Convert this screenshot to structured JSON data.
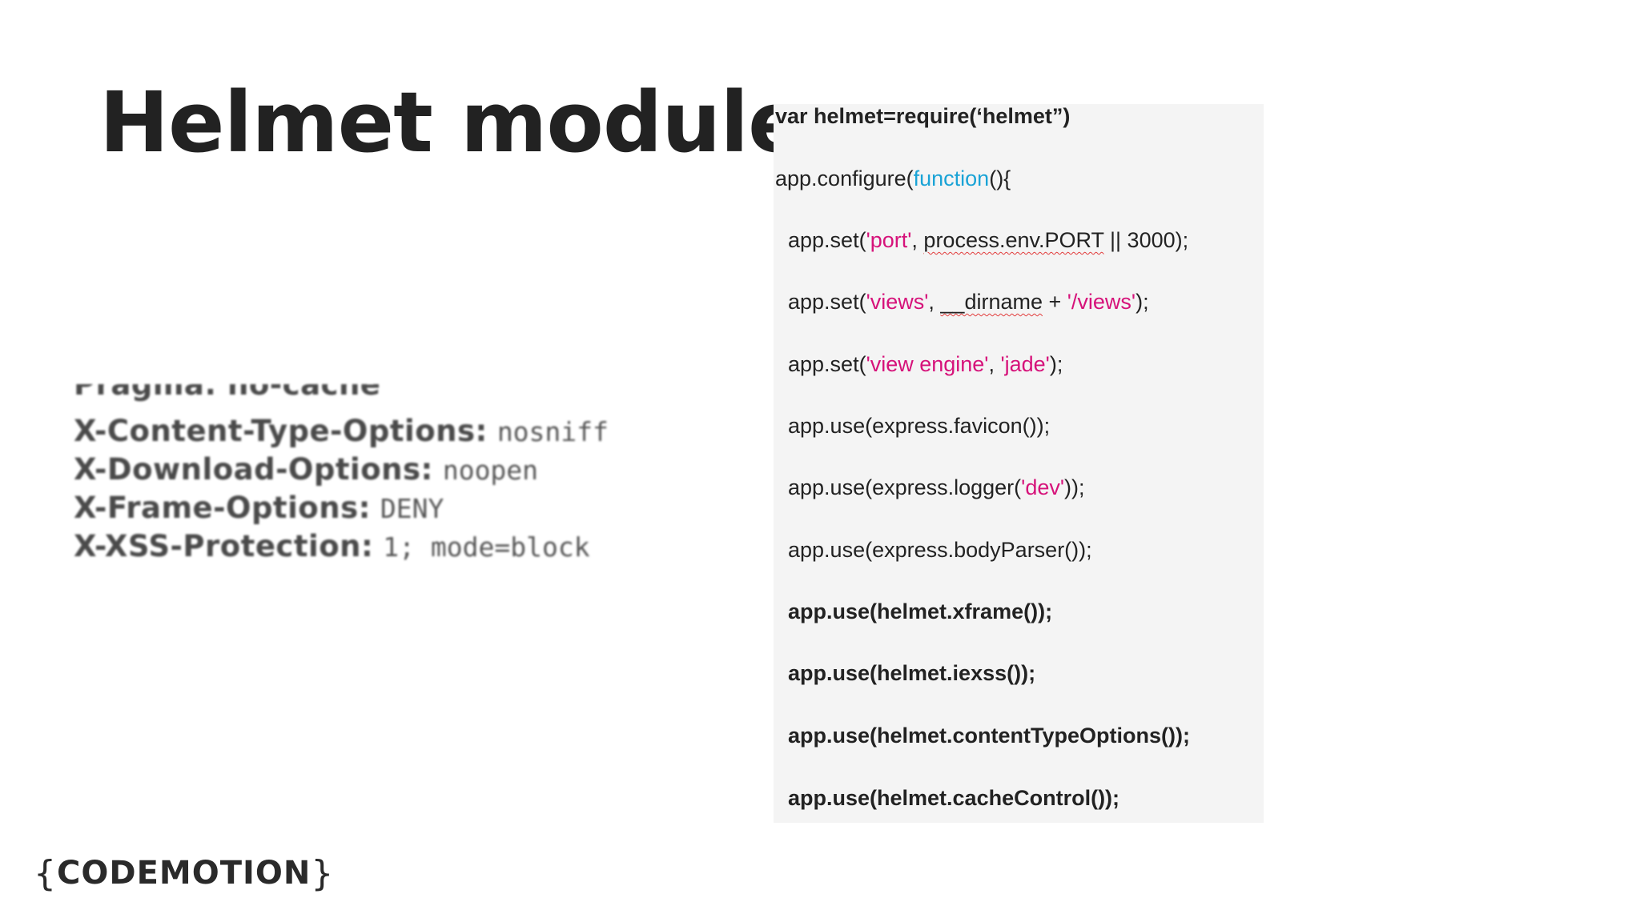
{
  "slide": {
    "title": "Helmet module"
  },
  "headers_screenshot": {
    "cut_line": "Pragma: no-cache",
    "lines": [
      {
        "key": "X-Content-Type-Options:",
        "value": "nosniff"
      },
      {
        "key": "X-Download-Options:",
        "value": "noopen"
      },
      {
        "key": "X-Frame-Options:",
        "value": "DENY"
      },
      {
        "key": "X-XSS-Protection:",
        "value": "1; mode=block"
      }
    ]
  },
  "code": {
    "l1": "var helmet=require(‘helmet”)",
    "l2": {
      "a": "app.configure(",
      "kw": "function",
      "b": "(){"
    },
    "l3": {
      "a": "app.set(",
      "s1": "'port'",
      "b": ", ",
      "u": "process.env.PORT",
      "c": " || 3000);"
    },
    "l4": {
      "a": "app.set(",
      "s1": "'views'",
      "b": ", ",
      "u": "__dirname",
      "c": " + ",
      "s2": "'/views'",
      "d": ");"
    },
    "l5": {
      "a": "app.set(",
      "s1": "'view engine'",
      "b": ", ",
      "s2": "'jade'",
      "c": ");"
    },
    "l6": "app.use(express.favicon());",
    "l7": {
      "a": "app.use(express.logger(",
      "s1": "'dev'",
      "b": "));"
    },
    "l8": "app.use(express.bodyParser());",
    "l9": "app.use(helmet.xframe());",
    "l10": "app.use(helmet.iexss());",
    "l11": "app.use(helmet.contentTypeOptions());",
    "l12": "app.use(helmet.cacheControl());"
  },
  "colors": {
    "keyword": "#1aa3d6",
    "string": "#d6127a",
    "code_bg": "#f4f4f4"
  },
  "logo": {
    "open_brace": "{",
    "word": "CODEMOTION",
    "close_brace": "}"
  }
}
